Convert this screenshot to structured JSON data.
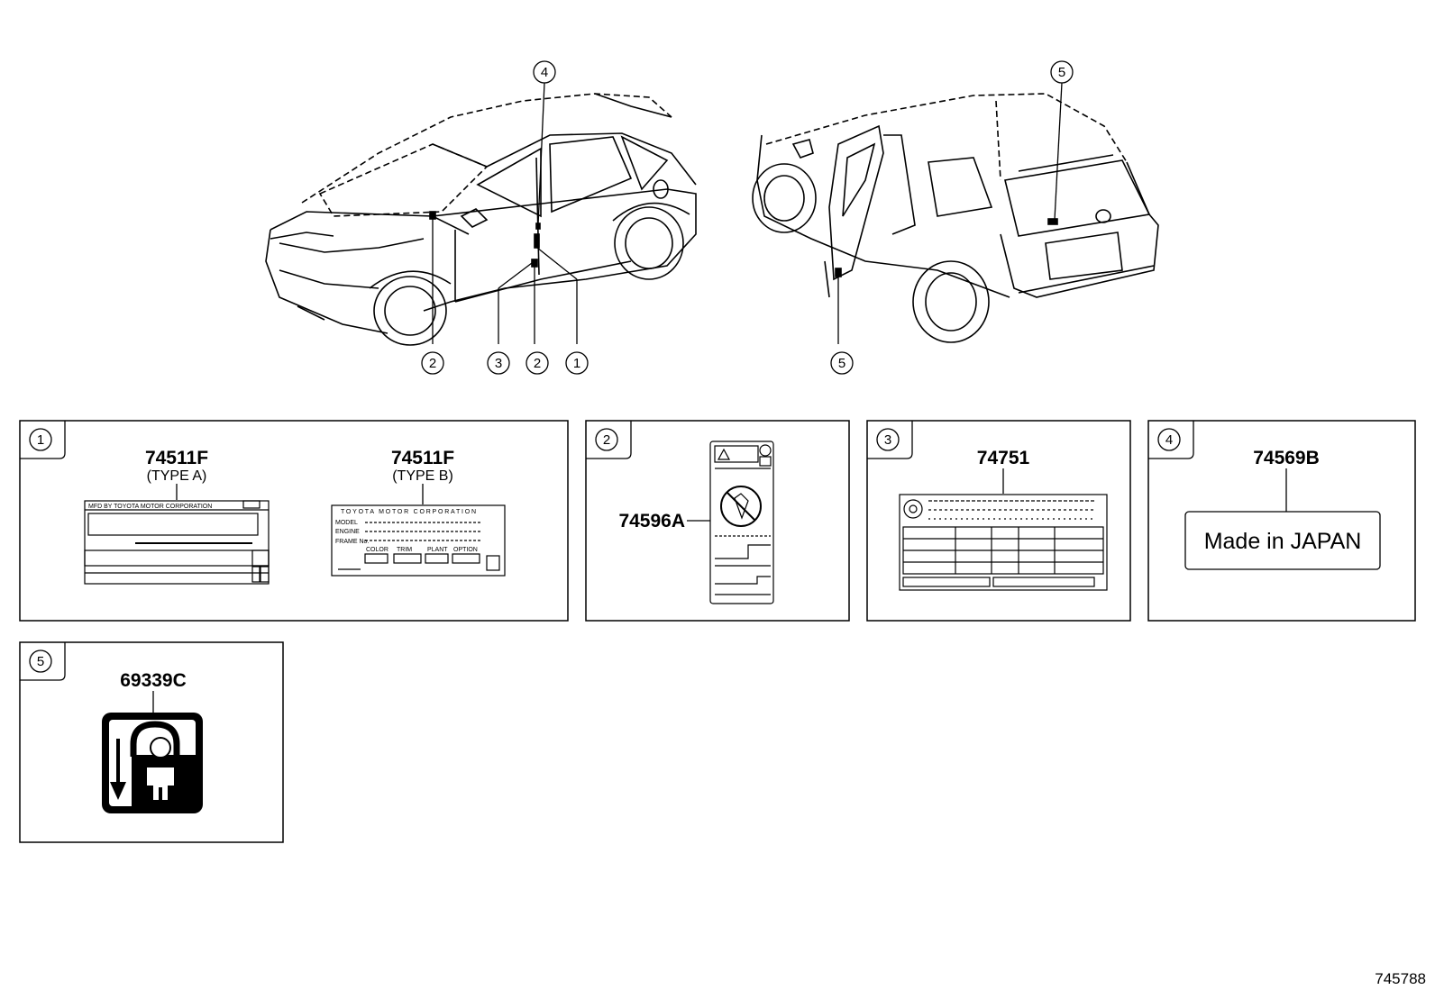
{
  "callouts": {
    "front_top": "4",
    "rear_top": "5",
    "front_bottom": [
      "2",
      "3",
      "2",
      "1"
    ],
    "rear_bottom": "5"
  },
  "panels": [
    {
      "index": "1",
      "labels": [
        {
          "part": "74511F",
          "type": "(TYPE A)",
          "sticker_text": "MFD BY TOYOTA MOTOR CORPORATION"
        },
        {
          "part": "74511F",
          "type": "(TYPE B)",
          "sticker_text": "TOYOTA MOTOR CORPORATION",
          "rows": [
            "MODEL",
            "ENGINE",
            "FRAME No."
          ],
          "columns": [
            "COLOR",
            "TRIM",
            "PLANT",
            "OPTION"
          ]
        }
      ]
    },
    {
      "index": "2",
      "part": "74596A"
    },
    {
      "index": "3",
      "part": "74751"
    },
    {
      "index": "4",
      "part": "74569B",
      "sticker_text": "Made in JAPAN"
    },
    {
      "index": "5",
      "part": "69339C"
    }
  ],
  "diagram_ref": "745788"
}
